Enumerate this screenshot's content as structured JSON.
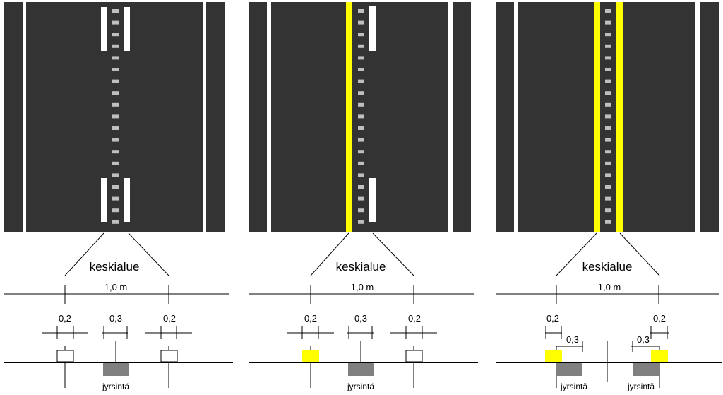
{
  "colors": {
    "asphalt": "#333333",
    "marking_white": "#ffffff",
    "rumble_gray": "#bfbfbf",
    "yellow": "#ffff00",
    "milling_gray": "#808080",
    "line": "#000000",
    "background": "#ffffff"
  },
  "panels": [
    {
      "variant": "white-white",
      "center_label": "keskialue",
      "width_label": "1,0 m",
      "line_width_left": "0,2",
      "milling_width": "0,3",
      "line_width_right": "0,2",
      "milling_label": "jyrsintä",
      "left_marking_color": "white",
      "right_marking_color": "white"
    },
    {
      "variant": "yellow-white",
      "center_label": "keskialue",
      "width_label": "1,0 m",
      "line_width_left": "0,2",
      "milling_width": "0,3",
      "line_width_right": "0,2",
      "milling_label": "jyrsintä",
      "left_marking_color": "yellow",
      "right_marking_color": "white"
    },
    {
      "variant": "yellow-yellow",
      "center_label": "keskialue",
      "width_label": "1,0 m",
      "line_width_left": "0,2",
      "milling_width_left": "0,3",
      "line_width_right": "0,2",
      "milling_width_right": "0,3",
      "milling_label_left": "jyrsintä",
      "milling_label_right": "jyrsintä",
      "left_marking_color": "yellow",
      "right_marking_color": "yellow"
    }
  ]
}
